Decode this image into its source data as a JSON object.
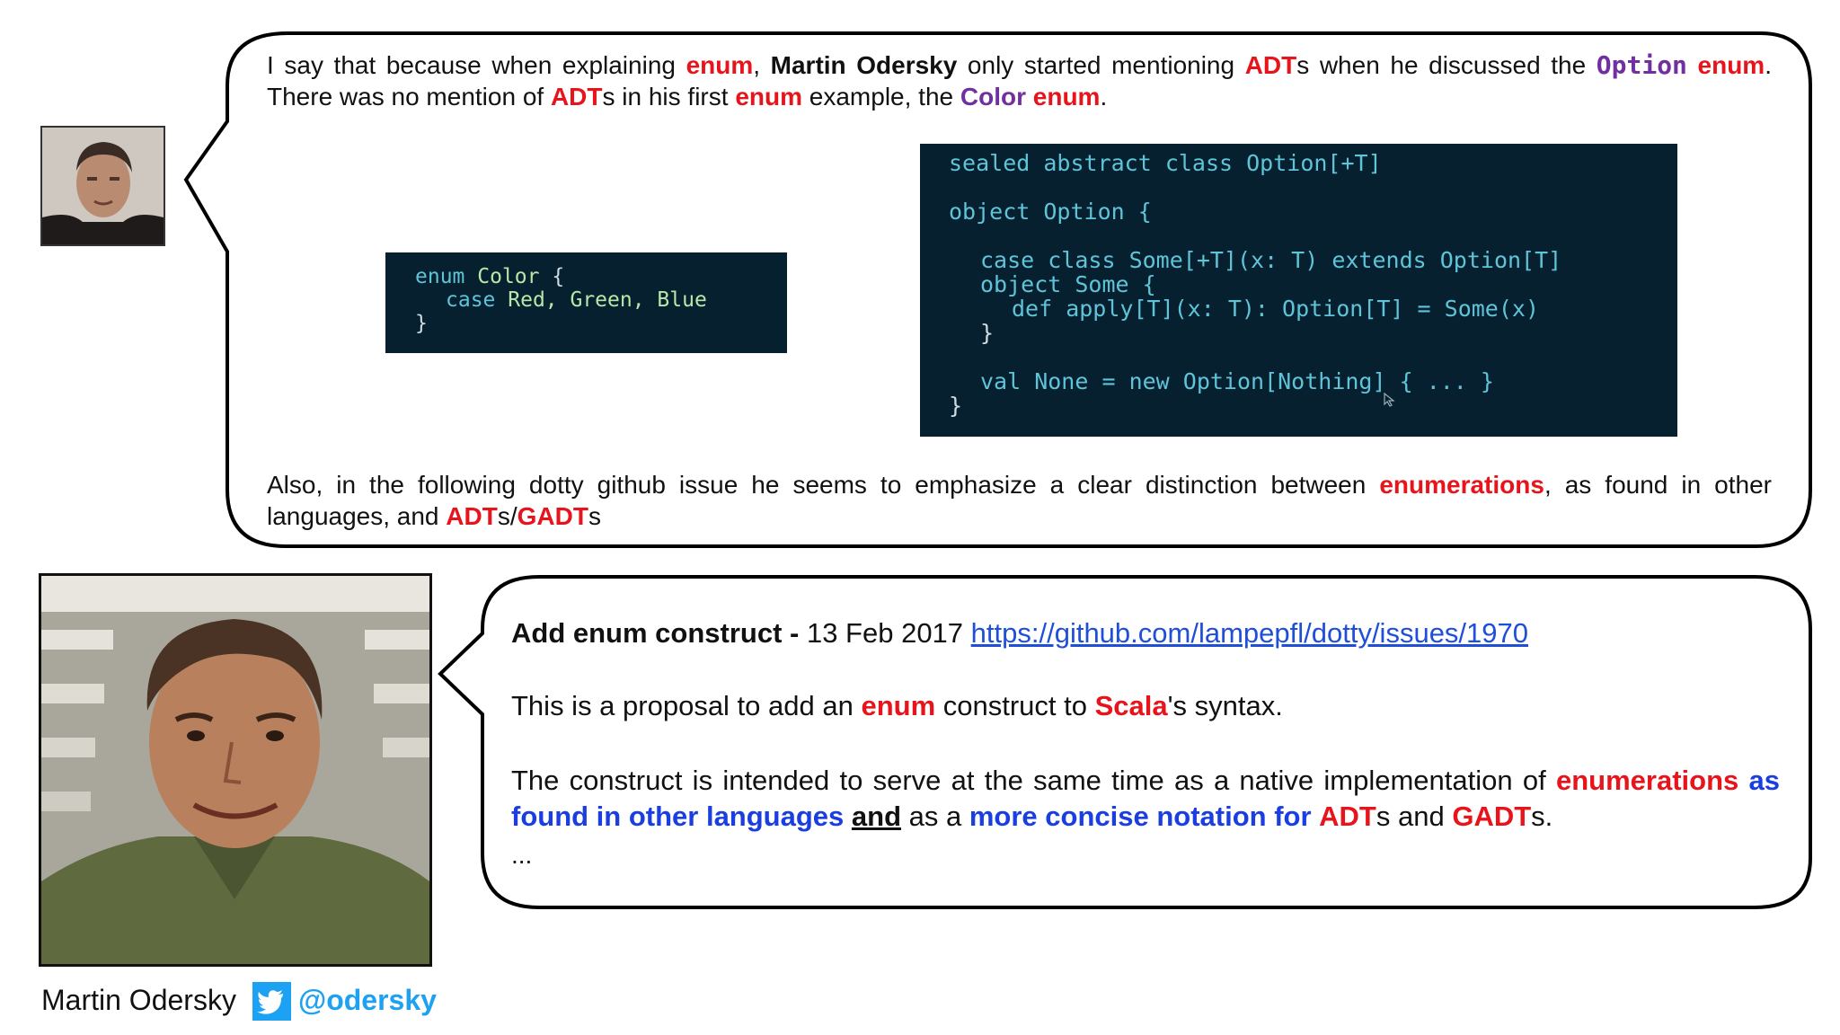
{
  "bubble1": {
    "para1": {
      "t1": "I say that because when explaining ",
      "enum1": "enum",
      "t2": ", ",
      "name": "Martin Odersky",
      "t3": " only started mentioning ",
      "adt1": "ADT",
      "t4": "s when he discussed the ",
      "option": "Option",
      "t5": " ",
      "enum2": "enum",
      "t6": ". There was no mention of ",
      "adt2": "ADT",
      "t7": "s in his first ",
      "enum3": "enum",
      "t8": " example, the ",
      "color": "Color",
      "t9": " ",
      "enum4": "enum",
      "t10": "."
    },
    "para2": {
      "t1": "Also, in the following dotty github issue he seems to emphasize a clear distinction between ",
      "enumerations": "enumerations",
      "t2": ", as found in other languages, and ",
      "adt": "ADT",
      "t3": "s/",
      "gadt": "GADT",
      "t4": "s"
    },
    "code_color": {
      "l1_kw": "enum",
      "l1_ty": "Color",
      "l1_pl": " {",
      "l2_kw": "case",
      "l2_id": "Red, Green, Blue",
      "l3": "}"
    },
    "code_option": {
      "l1": "sealed abstract class Option[+T]",
      "l2": "object Option {",
      "l3": "case class Some[+T](x: T) extends Option[T]",
      "l4": "object Some {",
      "l5": "def apply[T](x: T): Option[T] = Some(x)",
      "l6": "}",
      "l7": "val None = new Option[Nothing] { ... }",
      "l8": "}"
    }
  },
  "bubble2": {
    "title": "Add enum construct - ",
    "date": "13 Feb 2017 ",
    "link": "https://github.com/lampepfl/dotty/issues/1970",
    "p1": {
      "t1": "This is a proposal to add an ",
      "enum": "enum",
      "t2": " construct to ",
      "scala": "Scala",
      "t3": "'s syntax."
    },
    "p2": {
      "t1": "The construct is intended to serve at the same time as a native implementation of ",
      "enumerations": "enumerations",
      "t2": " ",
      "found": "as found in other languages",
      "t3": " ",
      "and": "and",
      "t4": " as a ",
      "concise": "more concise notation for",
      "t5": " ",
      "adt": "ADT",
      "t6": "s and ",
      "gadt": "GADT",
      "t7": "s."
    },
    "ellipsis": "..."
  },
  "author": {
    "name": "Martin Odersky",
    "handle": "@odersky",
    "twitter_color": "#1da1f2"
  },
  "colors": {
    "red": "#e8141c",
    "purple": "#7030a0",
    "blue": "#1a3ee0",
    "code_bg": "#062030"
  }
}
